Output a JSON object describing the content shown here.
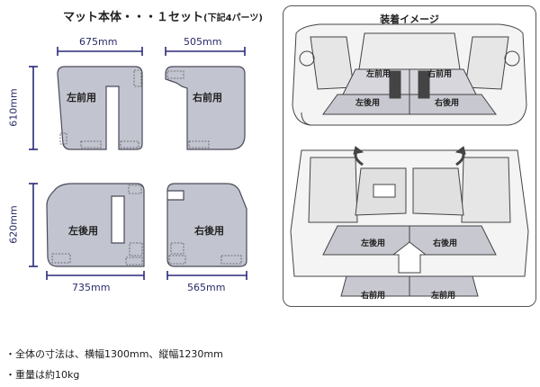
{
  "header": {
    "title": "マット本体・・・１セット",
    "title_note": "(下記4パーツ)"
  },
  "dimensions": {
    "top_left_width": "675mm",
    "top_right_width": "505mm",
    "top_height": "610mm",
    "bottom_height": "620mm",
    "bottom_left_width": "735mm",
    "bottom_right_width": "565mm"
  },
  "mats": {
    "front_left": "左前用",
    "front_right": "右前用",
    "rear_left": "左後用",
    "rear_right": "右後用"
  },
  "illustration": {
    "title": "装着イメージ",
    "upper_front_left": "左前用",
    "upper_front_right": "右前用",
    "upper_rear_left": "左後用",
    "upper_rear_right": "右後用",
    "lower_rear_left": "左後用",
    "lower_rear_right": "右後用",
    "lower_front_right": "右前用",
    "lower_front_left": "左前用"
  },
  "notes": [
    "・全体の寸法は、横幅1300mm、縦幅1230mm",
    "・重量は約10kg"
  ],
  "colors": {
    "mat_fill": "#c2c4cf",
    "mat_stroke": "#4a4a5a",
    "dim_line": "#2a2a7a"
  }
}
